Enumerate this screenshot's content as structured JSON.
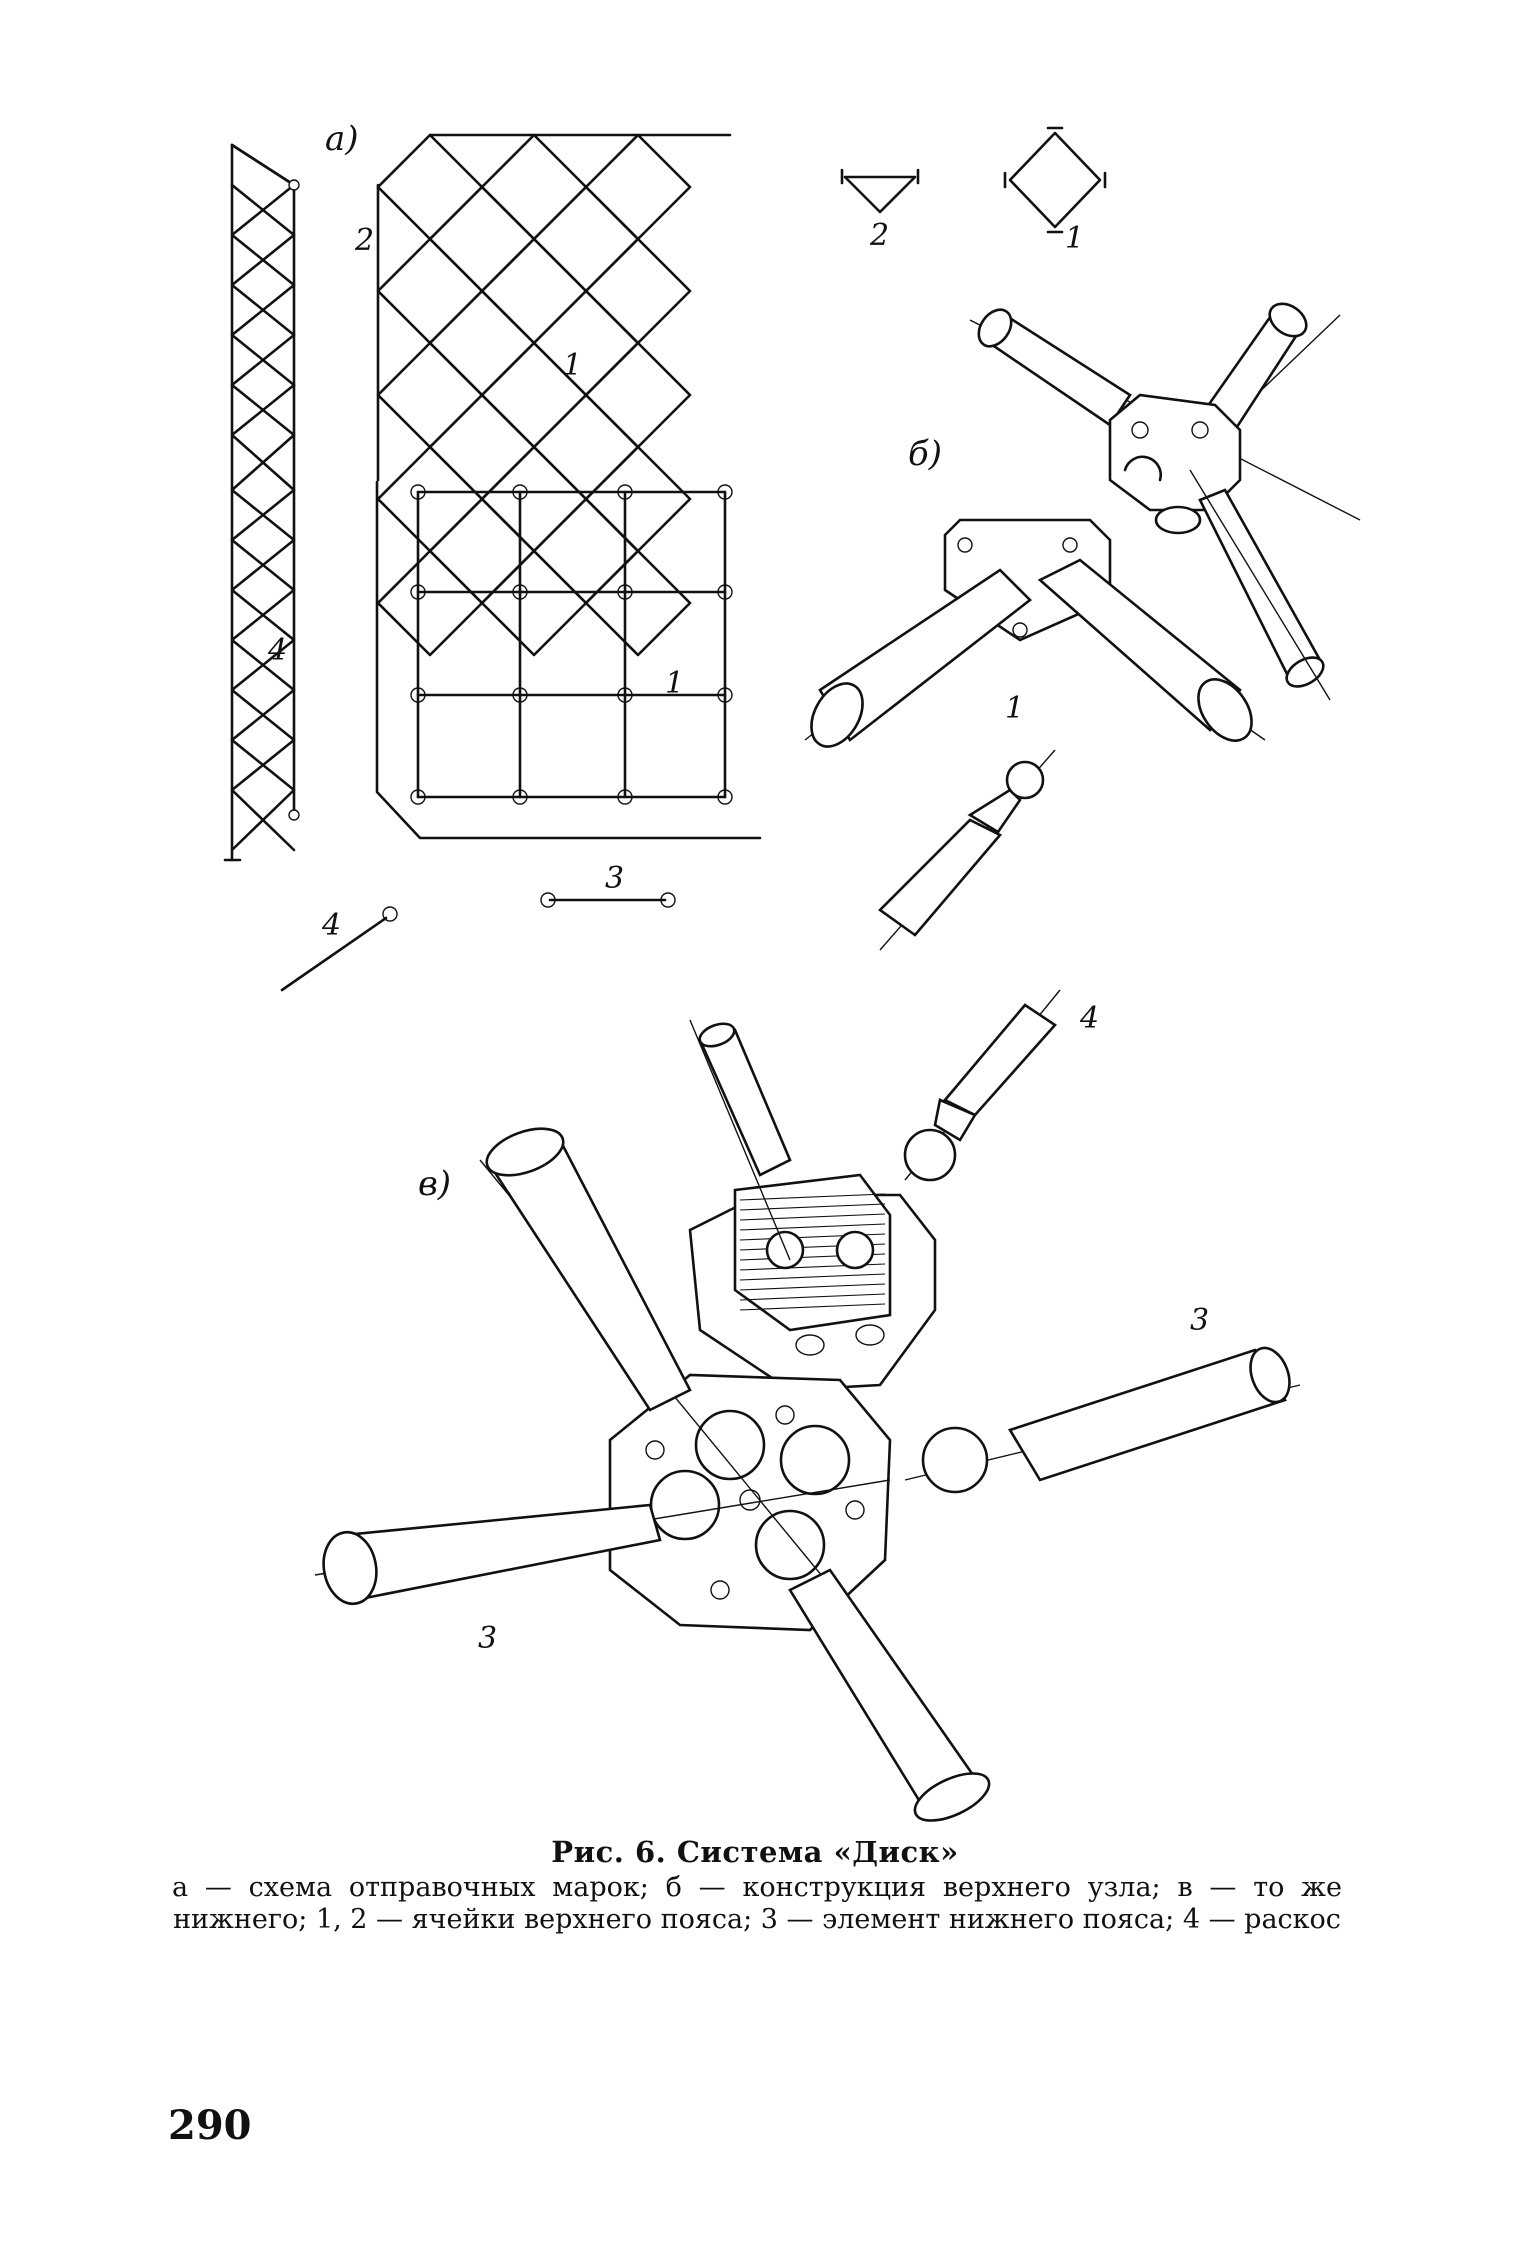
{
  "figure": {
    "labels": {
      "a": "а)",
      "b": "б)",
      "v": "в)",
      "n1": "1",
      "n2": "2",
      "n3": "3",
      "n4": "4"
    },
    "title": "Рис. 6. Система «Диск»",
    "description": "а — схема отправочных марок; б — конструкция верхнего узла; в — то же нижнего; 1, 2 — ячейки верхнего пояса; 3 — элемент нижнего пояса; 4 — раскос"
  },
  "page": {
    "number": "290"
  }
}
